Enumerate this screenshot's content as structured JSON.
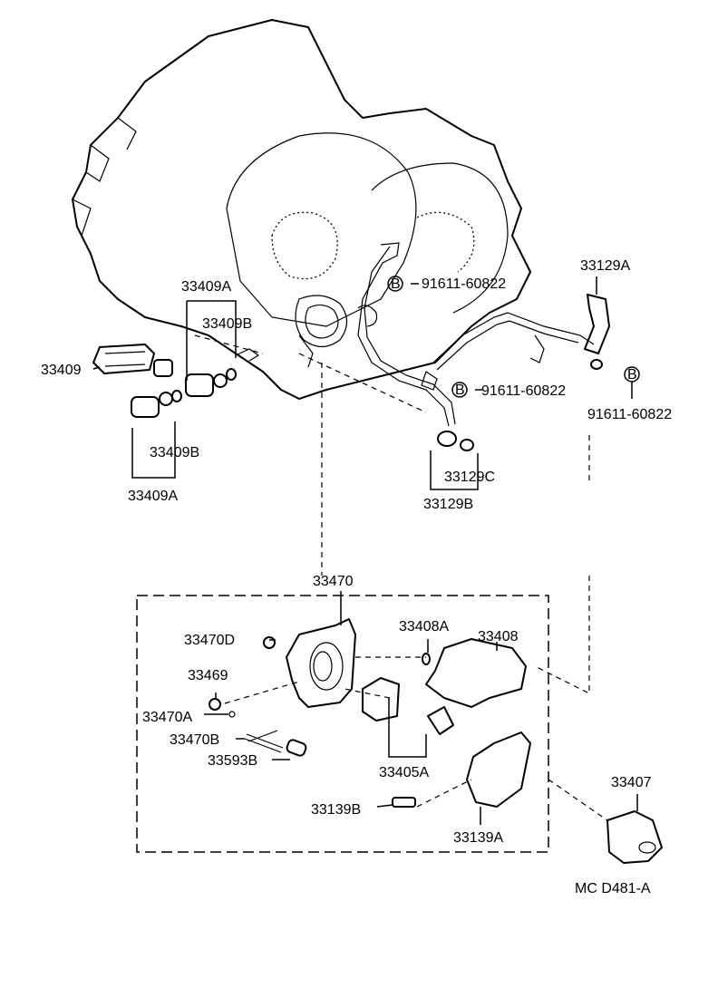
{
  "labels": {
    "p33409A_top": "33409A",
    "p33409B_top": "33409B",
    "p33409": "33409",
    "p33409B_bot": "33409B",
    "p33409A_bot": "33409A",
    "p91611_1": "91611-60822",
    "p91611_2": "91611-60822",
    "p91611_3": "91611-60822",
    "p33129A": "33129A",
    "p33129C": "33129C",
    "p33129B": "33129B",
    "p33470": "33470",
    "p33470D": "33470D",
    "p33408A": "33408A",
    "p33408": "33408",
    "p33469": "33469",
    "p33470A": "33470A",
    "p33470B": "33470B",
    "p33593B": "33593B",
    "p33405A": "33405A",
    "p33139B": "33139B",
    "p33139A": "33139A",
    "p33407": "33407",
    "ref_code": "MC  D481-A"
  },
  "bolt_marker": "B"
}
